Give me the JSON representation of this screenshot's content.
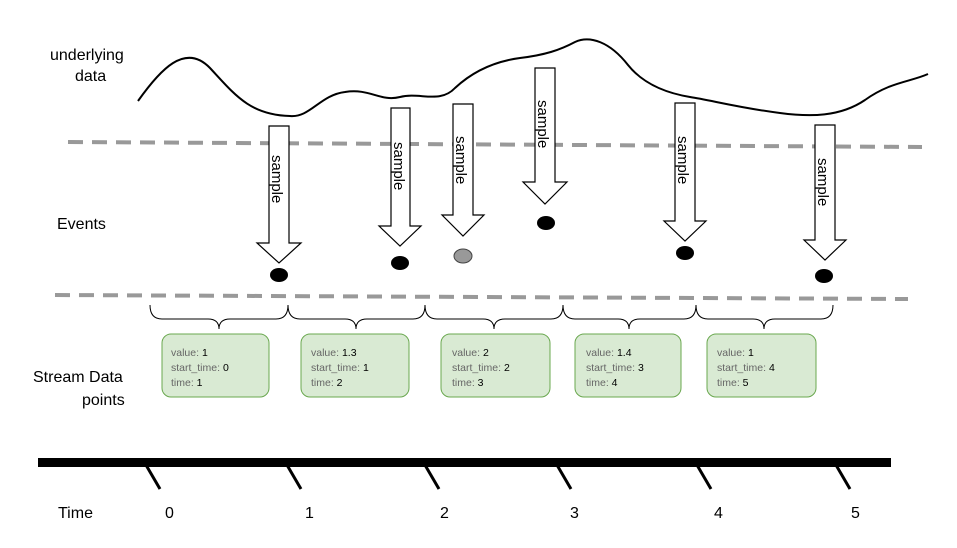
{
  "labels": {
    "underlying_data_line1": "underlying",
    "underlying_data_line2": "data",
    "events": "Events",
    "stream_line1": "Stream Data",
    "stream_line2": "points",
    "time": "Time"
  },
  "sample_label": "sample",
  "box_keys": {
    "value": "value: ",
    "start_time": "start_time: ",
    "time": "time: "
  },
  "points": [
    {
      "value": "1",
      "start_time": "0",
      "time": "1"
    },
    {
      "value": "1.3",
      "start_time": "1",
      "time": "2"
    },
    {
      "value": "2",
      "start_time": "2",
      "time": "3"
    },
    {
      "value": "1.4",
      "start_time": "3",
      "time": "4"
    },
    {
      "value": "1",
      "start_time": "4",
      "time": "5"
    }
  ],
  "ticks": [
    "0",
    "1",
    "2",
    "3",
    "4",
    "5"
  ],
  "colors": {
    "box_fill": "#d9ead3",
    "box_stroke": "#6aa84f",
    "dashed": "#999999",
    "event_grey": "#999999"
  }
}
